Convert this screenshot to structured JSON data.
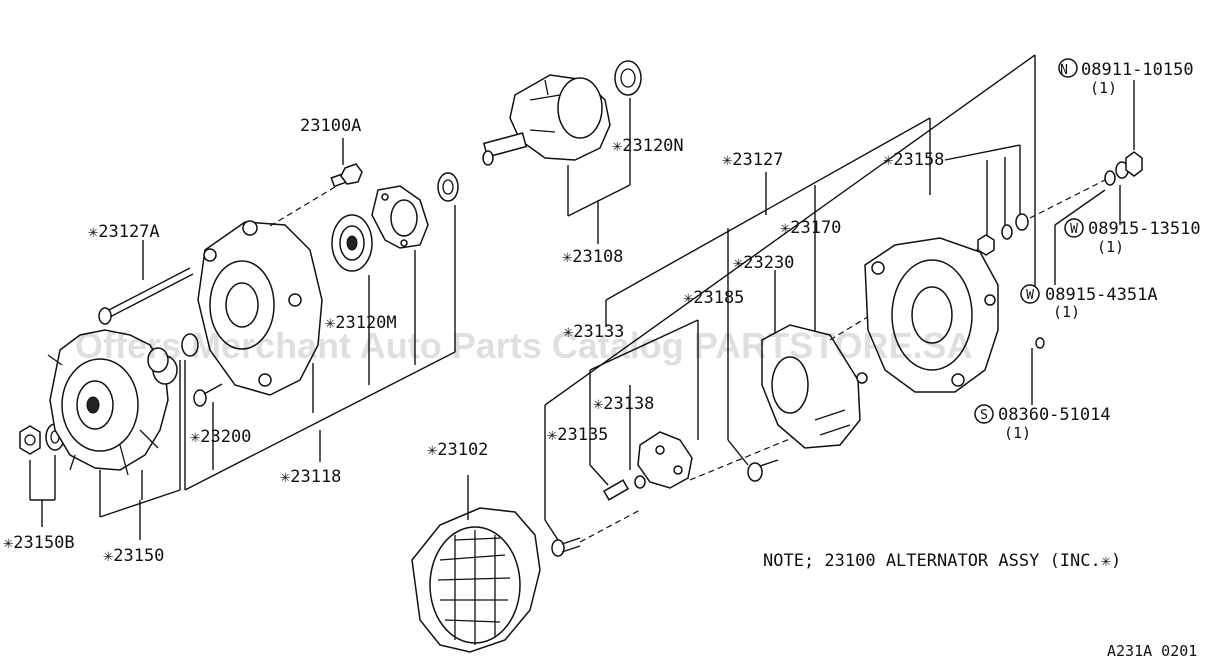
{
  "watermark": "Offers Merchant Auto Parts Catalog PARTSTORE.SA",
  "note": "NOTE; 23100 ALTERNATOR ASSY (INC.✳)",
  "diagram_code": "A231A 0201",
  "labels": {
    "p23100A": "23100A",
    "p23127A": "✳23127A",
    "p23120M": "✳23120M",
    "p23200": "✳23200",
    "p23118": "✳23118",
    "p23150B": "✳23150B",
    "p23150": "✳23150",
    "p23120N": "✳23120N",
    "p23108": "✳23108",
    "p23127": "✳23127",
    "p23158": "✳23158",
    "p23170": "✳23170",
    "p23230": "✳23230",
    "p23185": "✳23185",
    "p23133": "✳23133",
    "p23138": "✳23138",
    "p23135": "✳23135",
    "p23102": "✳23102"
  },
  "fasteners": [
    {
      "symbol": "N",
      "part": "08911-10150",
      "qty": "(1)"
    },
    {
      "symbol": "W",
      "part": "08915-13510",
      "qty": "(1)"
    },
    {
      "symbol": "W",
      "part": "08915-4351A",
      "qty": "(1)"
    },
    {
      "symbol": "S",
      "part": "08360-51014",
      "qty": "(1)"
    }
  ]
}
